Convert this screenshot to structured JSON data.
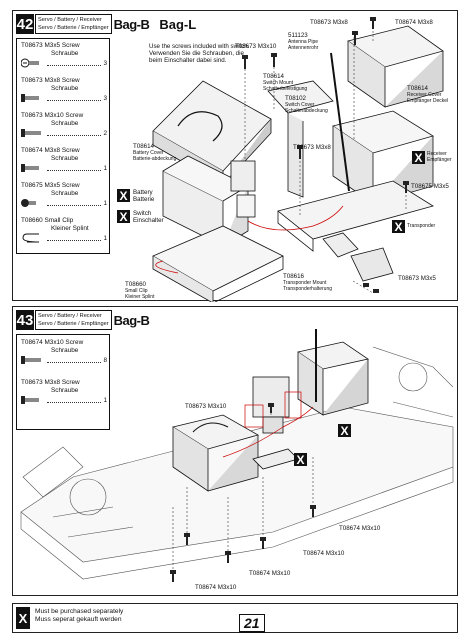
{
  "step42": {
    "number": "42",
    "label_en": "Servo / Battery / Receiver",
    "label_de": "Servo / Batterie / Empfänger",
    "bag1": "Bag-B",
    "bag2": "Bag-L",
    "parts": [
      {
        "code": "T08673",
        "name": "M3x5 Screw",
        "name_de": "Schraube",
        "qty": "3"
      },
      {
        "code": "T08673",
        "name": "M3x8 Screw",
        "name_de": "Schraube",
        "qty": "3"
      },
      {
        "code": "T08673",
        "name": "M3x10 Screw",
        "name_de": "Schraube",
        "qty": "2"
      },
      {
        "code": "T08674",
        "name": "M3x8 Screw",
        "name_de": "Schraube",
        "qty": "1"
      },
      {
        "code": "T08675",
        "name": "M3x5 Screw",
        "name_de": "Schraube",
        "qty": "1"
      },
      {
        "code": "T08660",
        "name": "Small Clip",
        "name_de": "Kleiner Splint",
        "qty": "1"
      }
    ],
    "note_en": "Use the screws included with switch.",
    "note_de": "Verwenden Sie die Schrauben, die beim Einschalter dabei sind.",
    "callouts": {
      "m3x10_top": "T08673 M3x10",
      "m3x8_top": "T08673 M3x8",
      "m3x8_t08674": "T08674 M3x8",
      "antenna_code": "511123",
      "antenna_en": "Antenna Pipe",
      "antenna_de": "Antennenrohr",
      "switch_mount_code": "T08614",
      "switch_mount_en": "Switch Mount",
      "switch_mount_de": "Schalterbefestigung",
      "switch_cover_code": "T08102",
      "switch_cover_en": "Switch Cover",
      "switch_cover_de": "Schalterabdeckung",
      "m3x8_mid": "T08673 M3x8",
      "receiver_cover_code": "T08614",
      "receiver_cover_en": "Receiver Cover",
      "receiver_cover_de": "Empfänger Deckel",
      "battery_cover_code": "T08614",
      "battery_cover_en": "Battery Cover",
      "battery_cover_de": "Batterie-abdeckung",
      "m3x5_t08675": "T08675 M3x5",
      "clip_code": "T08660",
      "clip_en": "Small Clip",
      "clip_de": "Kleiner Splint",
      "transponder_mount_code": "T08616",
      "transponder_mount_en": "Transponder Mount",
      "transponder_mount_de": "Transponderhalterung",
      "m3x5_bottom": "T08673 M3x5"
    },
    "x_labels": {
      "battery_en": "Battery",
      "battery_de": "Batterie",
      "switch_en": "Switch",
      "switch_de": "Einschalter",
      "receiver_en": "Receiver",
      "receiver_de": "Empfänger",
      "transponder": "Transponder"
    }
  },
  "step43": {
    "number": "43",
    "label_en": "Servo / Battery / Receiver",
    "label_de": "Servo / Batterie / Empfänger",
    "bag": "Bag-B",
    "parts": [
      {
        "code": "T08674",
        "name": "M3x10 Screw",
        "name_de": "Schraube",
        "qty": "8"
      },
      {
        "code": "T08673",
        "name": "M3x8 Screw",
        "name_de": "Schraube",
        "qty": "1"
      }
    ],
    "callouts": {
      "m3x10_top": "T08673 M3x10",
      "right1": "T08674 M3x10",
      "right2": "T08674 M3x10",
      "bottom1": "T08674 M3x10",
      "bottom2": "T08674 M3x10"
    }
  },
  "footer": {
    "x": "X",
    "line1": "Must be purchased separately",
    "line2": "Muss seperat gekauft werden",
    "page": "21"
  }
}
